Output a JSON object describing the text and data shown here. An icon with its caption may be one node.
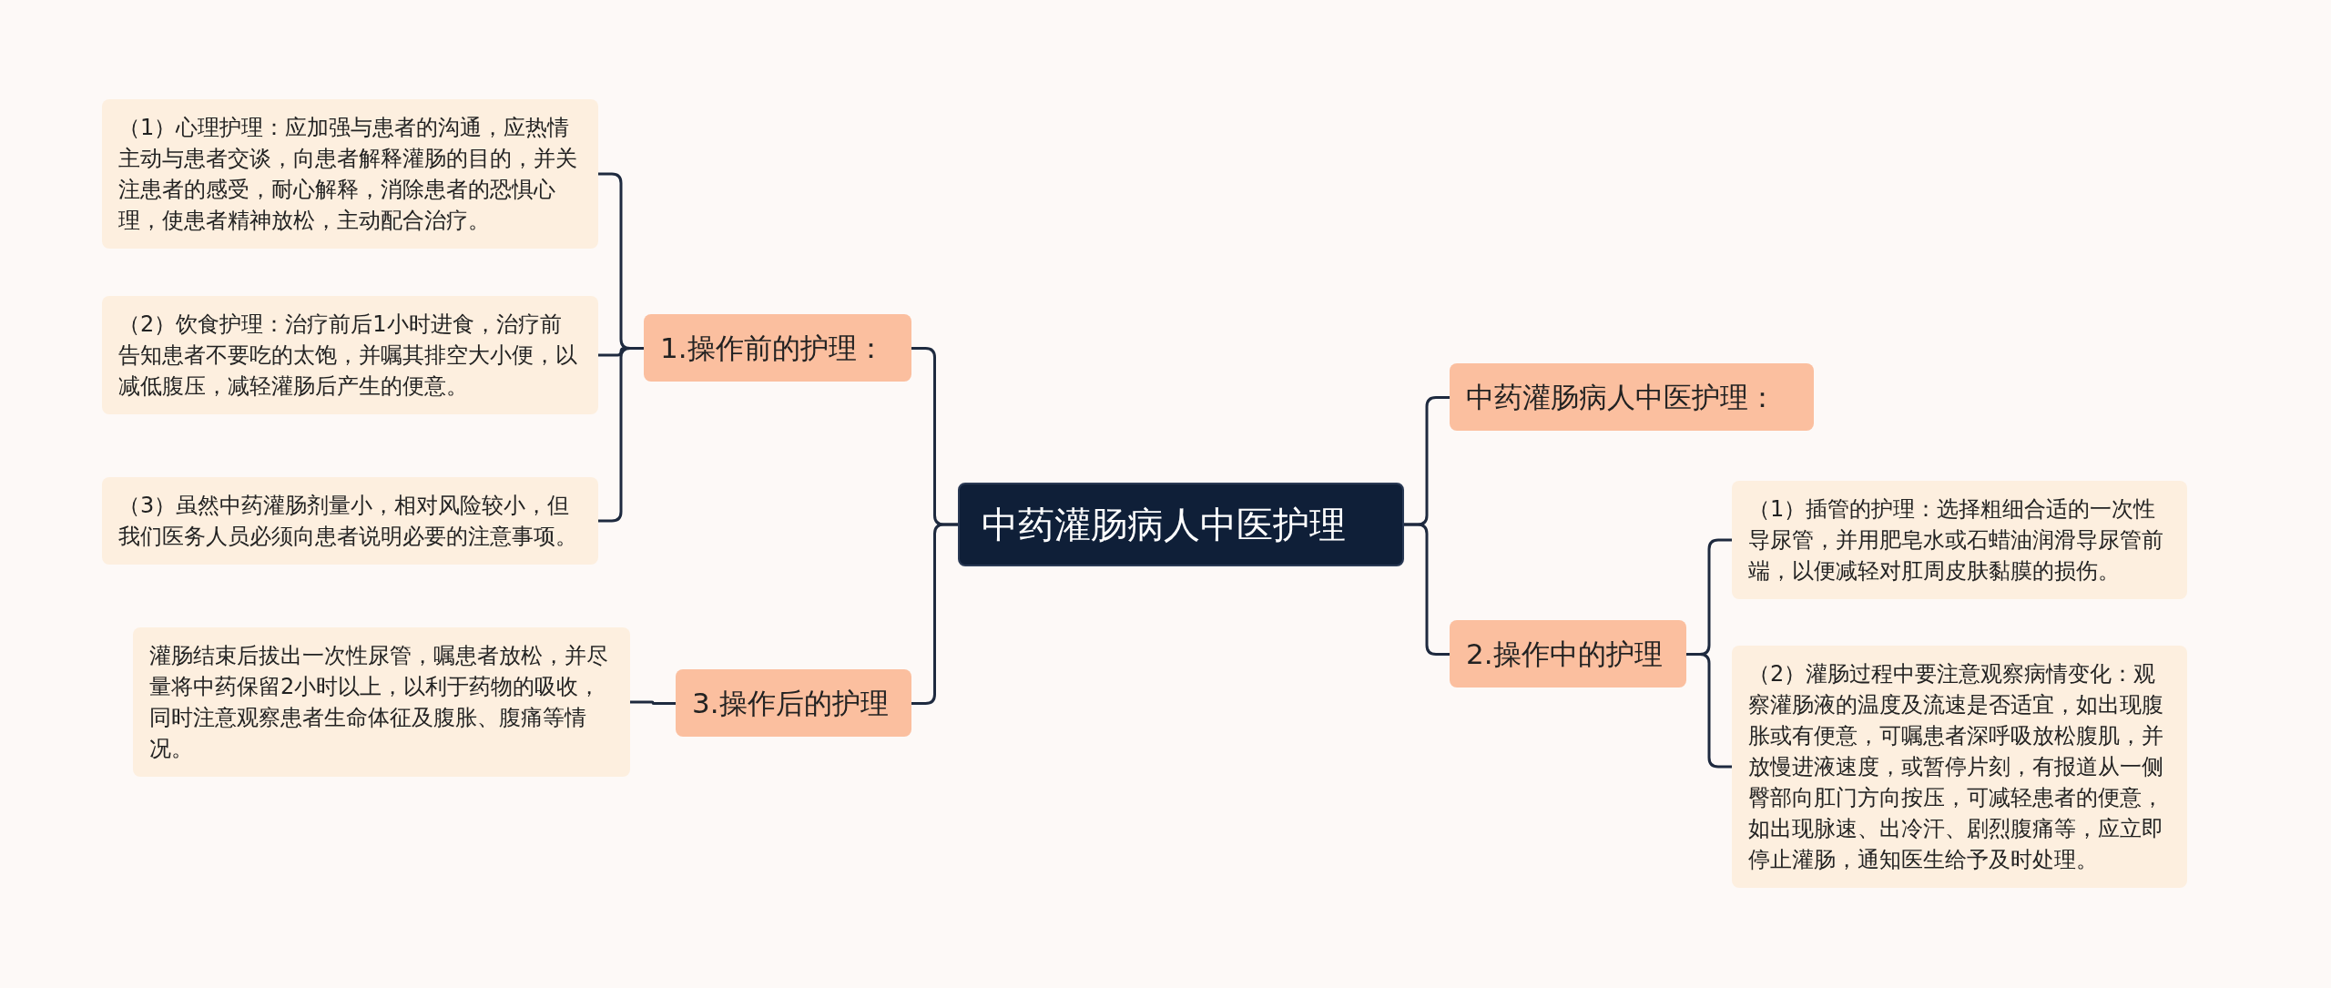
{
  "diagram": {
    "nodes": [
      {
        "text": [
          "中药灌肠病人中医护理"
        ]
      },
      {
        "text": [
          "1.操作前的护理："
        ]
      },
      {
        "text": [
          "（1）心理护理：应加强与患者的沟通，应热情主动与患者交谈，向患者解释灌肠的目的，并关注患者的感受，耐心解释，消除患者的恐惧心理，使患者精神放松，主动配合治疗。"
        ]
      },
      {
        "text": [
          "（2）饮食护理：治疗前后1小时进食，治疗前告知患者不要吃的太饱，并嘱其排空大小便，以减低腹压，减轻灌肠后产生的便意。"
        ]
      },
      {
        "text": [
          "（3）虽然中药灌肠剂量小，相对风险较小，但我们医务人员必须向患者说明必要的注意事项。"
        ]
      },
      {
        "text": [
          "3.操作后的护理"
        ]
      },
      {
        "text": [
          "灌肠结束后拔出一次性尿管，嘱患者放松，并尽量将中药保留2小时以上，以利于药物的吸收，同时注意观察患者生命体征及腹胀、腹痛等情况。"
        ]
      },
      {
        "text": [
          "中药灌肠病人中医护理："
        ]
      },
      {
        "text": [
          "2.操作中的护理"
        ]
      },
      {
        "text": [
          "（1）插管的护理：选择粗细合适的一次性导尿管，并用肥皂水或石蜡油润滑导尿管前端，以便减轻对肛周皮肤黏膜的损伤。"
        ]
      },
      {
        "text": [
          "（2）灌肠过程中要注意观察病情变化：观察灌肠液的温度及流速是否适宜，如出现腹胀或有便意，可嘱患者深呼吸放松腹肌，并放慢进液速度，或暂停片刻，有报道从一侧臀部向肛门方向按压，可减轻患者的便意，如出现脉速、出冷汗、剧烈腹痛等，应立即停止灌肠，通知医生给予及时处理。"
        ]
      }
    ],
    "edges": [
      {
        "from": 0,
        "to": 1,
        "arrow": "none"
      },
      {
        "from": 1,
        "to": 2,
        "arrow": "none"
      },
      {
        "from": 1,
        "to": 3,
        "arrow": "none"
      },
      {
        "from": 1,
        "to": 4,
        "arrow": "none"
      },
      {
        "from": 0,
        "to": 5,
        "arrow": "none"
      },
      {
        "from": 5,
        "to": 6,
        "arrow": "none"
      },
      {
        "from": 0,
        "to": 7,
        "arrow": "none"
      },
      {
        "from": 0,
        "to": 8,
        "arrow": "none"
      },
      {
        "from": 8,
        "to": 9,
        "arrow": "none"
      },
      {
        "from": 8,
        "to": 10,
        "arrow": "none"
      }
    ]
  }
}
